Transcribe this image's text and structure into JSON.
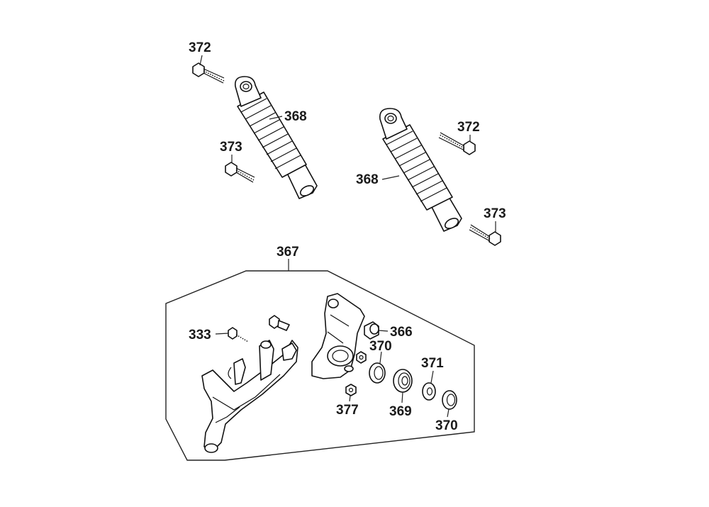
{
  "callouts": {
    "c372a": "372",
    "c368a": "368",
    "c373a": "373",
    "c368b": "368",
    "c372b": "372",
    "c373b": "373",
    "c367": "367",
    "c333": "333",
    "c366": "366",
    "c370a": "370",
    "c371": "371",
    "c377": "377",
    "c369": "369",
    "c370b": "370"
  }
}
